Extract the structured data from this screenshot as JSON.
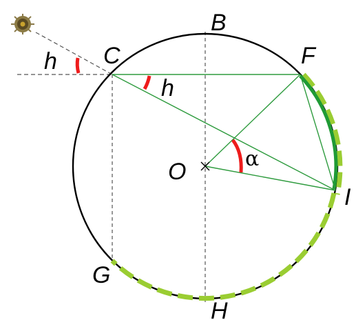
{
  "diagram": {
    "labels": {
      "B": "B",
      "C": "C",
      "F": "F",
      "O": "O",
      "I": "I",
      "G": "G",
      "H": "H",
      "h_outside": "h",
      "h_inside": "h",
      "alpha": "α"
    },
    "colors": {
      "circle": "#000000",
      "chord_lines": "#2e9b3e",
      "angle_marks": "#ee1c1c",
      "arc_solid": "#1f9a35",
      "arc_dashed": "#9acd32",
      "guide_lines": "#555555",
      "sun": "#6b5a2a"
    },
    "icons": {
      "sun": "sun-icon"
    }
  }
}
